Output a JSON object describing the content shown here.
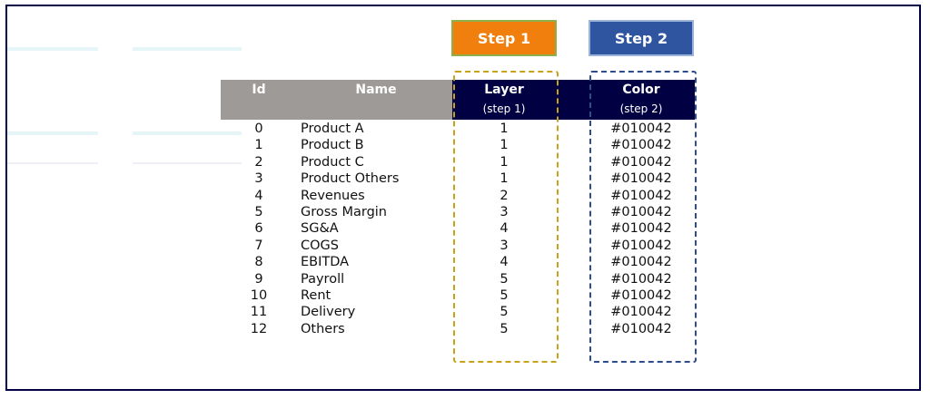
{
  "steps": {
    "step1_label": "Step 1",
    "step2_label": "Step 2"
  },
  "columns": {
    "id": {
      "title": "Id"
    },
    "name": {
      "title": "Name"
    },
    "layer": {
      "title": "Layer",
      "subtitle": "(step 1)"
    },
    "color": {
      "title": "Color",
      "subtitle": "(step 2)"
    }
  },
  "rows": [
    {
      "id": "0",
      "name": "Product A",
      "layer": "1",
      "color": "#010042"
    },
    {
      "id": "1",
      "name": "Product B",
      "layer": "1",
      "color": "#010042"
    },
    {
      "id": "2",
      "name": "Product C",
      "layer": "1",
      "color": "#010042"
    },
    {
      "id": "3",
      "name": "Product Others",
      "layer": "1",
      "color": "#010042"
    },
    {
      "id": "4",
      "name": "Revenues",
      "layer": "2",
      "color": "#010042"
    },
    {
      "id": "5",
      "name": "Gross Margin",
      "layer": "3",
      "color": "#010042"
    },
    {
      "id": "6",
      "name": "SG&A",
      "layer": "4",
      "color": "#010042"
    },
    {
      "id": "7",
      "name": "COGS",
      "layer": "3",
      "color": "#010042"
    },
    {
      "id": "8",
      "name": "EBITDA",
      "layer": "4",
      "color": "#010042"
    },
    {
      "id": "9",
      "name": "Payroll",
      "layer": "5",
      "color": "#010042"
    },
    {
      "id": "10",
      "name": "Rent",
      "layer": "5",
      "color": "#010042"
    },
    {
      "id": "11",
      "name": "Delivery",
      "layer": "5",
      "color": "#010042"
    },
    {
      "id": "12",
      "name": "Others",
      "layer": "5",
      "color": "#010042"
    }
  ],
  "colors": {
    "navy": "#010042",
    "header_gray": "#9e9a97",
    "step1_orange": "#f07f0d",
    "step2_blue": "#2f55a1",
    "dash_gold": "#c8a21a",
    "dash_blue": "#2f4d8c"
  }
}
